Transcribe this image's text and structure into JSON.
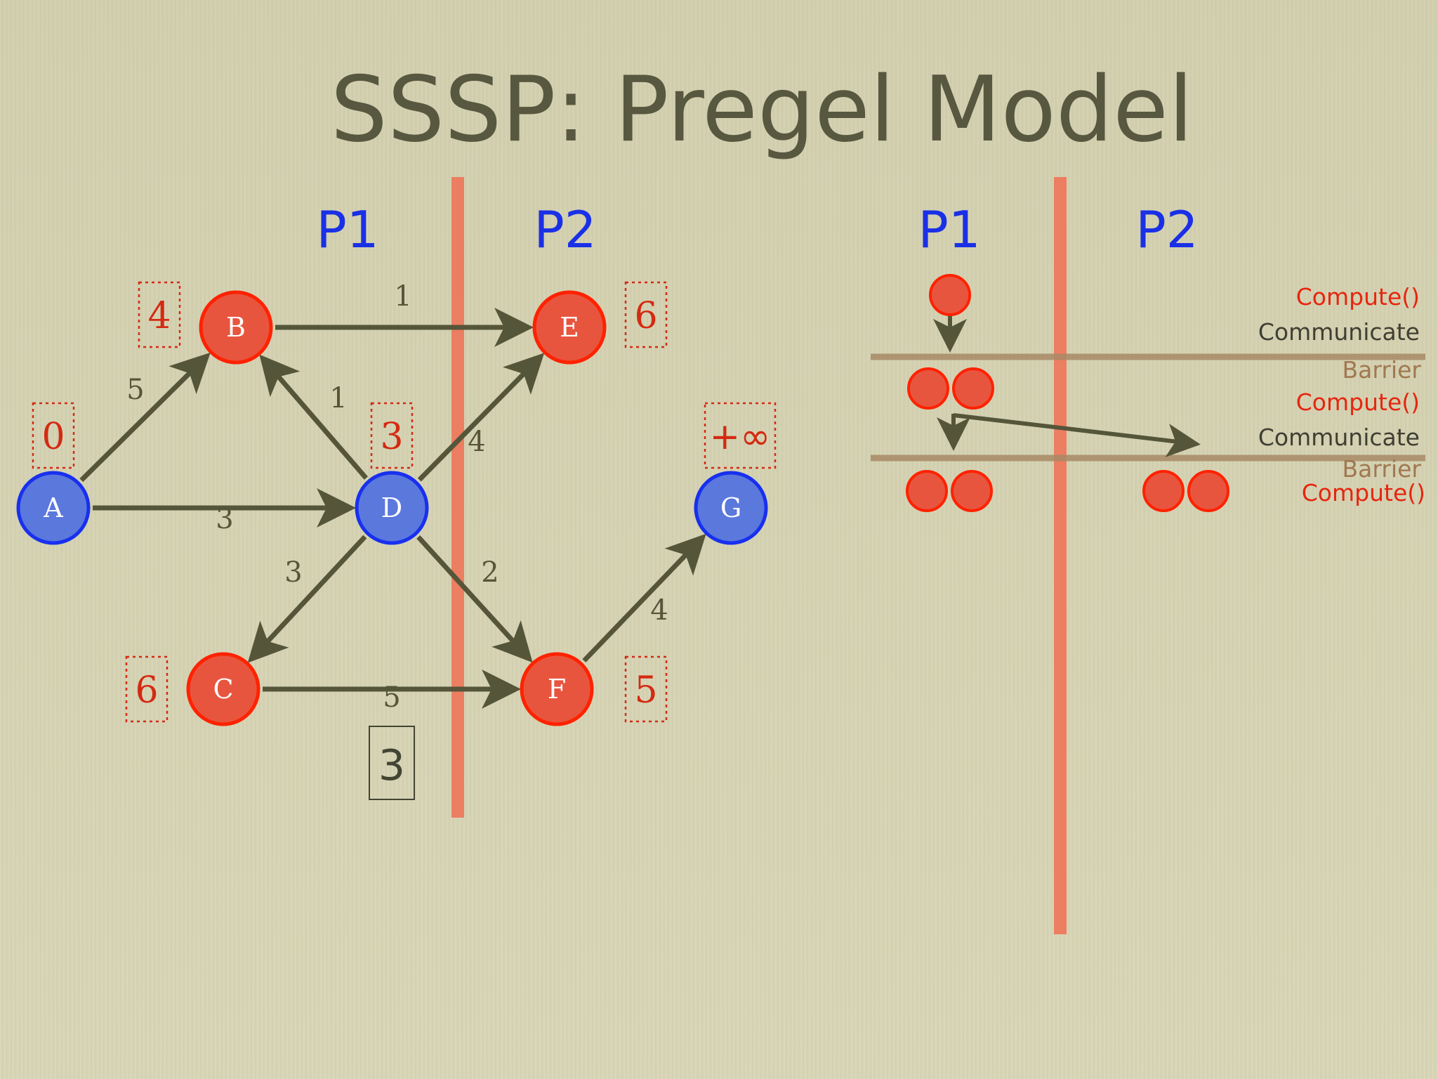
{
  "title": "SSSP: Pregel Model",
  "colors": {
    "background": "#d4d1b1",
    "title": "#58573f",
    "edge": "#55553a",
    "active_node": "#e8553f",
    "active_node_stroke": "#ff2200",
    "inactive_node": "#5b78dd",
    "inactive_node_stroke": "#1830ee",
    "partition_line": "#ee7459",
    "partition_label": "#1a30e6",
    "distance_text": "#d42a12",
    "barrier": "#a88a66"
  },
  "graph": {
    "partitions": [
      "P1",
      "P2"
    ],
    "nodes": [
      {
        "id": "A",
        "state": "inactive",
        "distance": "0"
      },
      {
        "id": "B",
        "state": "active",
        "distance": "4"
      },
      {
        "id": "C",
        "state": "active",
        "distance": "6"
      },
      {
        "id": "D",
        "state": "inactive",
        "distance": "3"
      },
      {
        "id": "E",
        "state": "active",
        "distance": "6"
      },
      {
        "id": "F",
        "state": "active",
        "distance": "5"
      },
      {
        "id": "G",
        "state": "inactive",
        "distance": "+∞"
      }
    ],
    "edges": [
      {
        "from": "A",
        "to": "B",
        "weight": "5"
      },
      {
        "from": "A",
        "to": "D",
        "weight": "3"
      },
      {
        "from": "B",
        "to": "E",
        "weight": "1"
      },
      {
        "from": "D",
        "to": "B",
        "weight": "1"
      },
      {
        "from": "D",
        "to": "E",
        "weight": "4"
      },
      {
        "from": "D",
        "to": "C",
        "weight": "3"
      },
      {
        "from": "D",
        "to": "F",
        "weight": "2"
      },
      {
        "from": "C",
        "to": "F",
        "weight": "5"
      },
      {
        "from": "F",
        "to": "G",
        "weight": "4"
      }
    ],
    "step_counter": "3"
  },
  "timeline": {
    "partitions": [
      "P1",
      "P2"
    ],
    "labels": [
      "Compute()",
      "Communicate",
      "Barrier",
      "Compute()",
      "Communicate",
      "Barrier",
      "Compute()"
    ]
  }
}
